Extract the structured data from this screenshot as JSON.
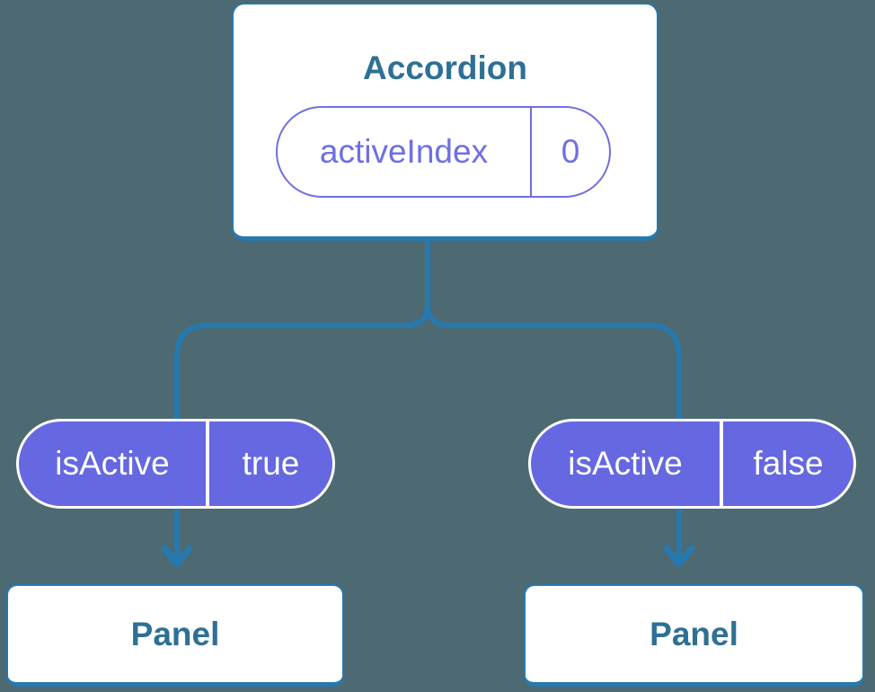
{
  "colors": {
    "bg": "#4d6972",
    "line": "#2679ae",
    "heading": "#2e7095",
    "purple": "#6568e0",
    "purpleBorder": "#6e6fe4",
    "white": "#ffffff"
  },
  "tree": {
    "root": {
      "title": "Accordion",
      "state": {
        "name": "activeIndex",
        "value": "0"
      }
    },
    "left": {
      "prop": {
        "name": "isActive",
        "value": "true"
      },
      "child_title": "Panel"
    },
    "right": {
      "prop": {
        "name": "isActive",
        "value": "false"
      },
      "child_title": "Panel"
    }
  }
}
